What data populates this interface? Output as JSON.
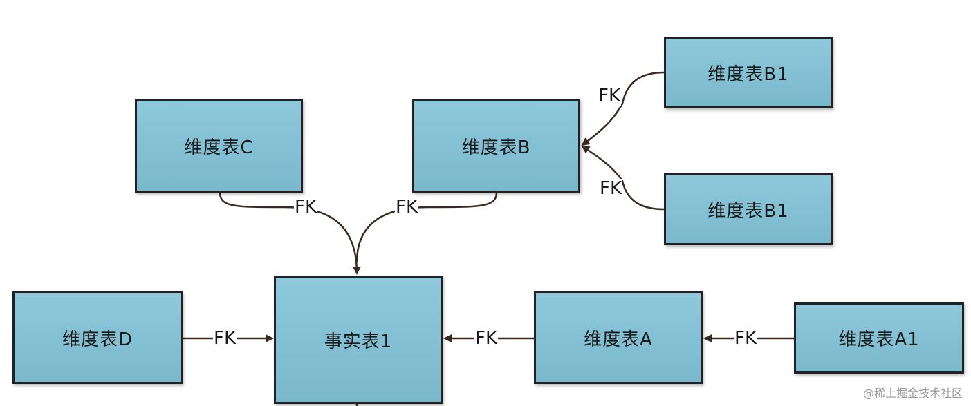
{
  "nodes": {
    "dim_c": "维度表C",
    "dim_b": "维度表B",
    "dim_b1_top": "维度表B1",
    "dim_b1_bottom": "维度表B1",
    "dim_d": "维度表D",
    "fact_1": "事实表1",
    "dim_a": "维度表A",
    "dim_a1": "维度表A1"
  },
  "edge_labels": {
    "c_to_fact": "FK",
    "b_to_fact": "FK",
    "b1_top_to_b": "FK",
    "b1_bottom_to_b": "FK",
    "d_to_fact": "FK",
    "a_to_fact": "FK",
    "a1_to_a": "FK"
  },
  "colors": {
    "box_fill": "#83c0d3",
    "box_border": "#1f2124",
    "arrow": "#3a2a22"
  },
  "watermark": "@稀土掘金技术社区"
}
